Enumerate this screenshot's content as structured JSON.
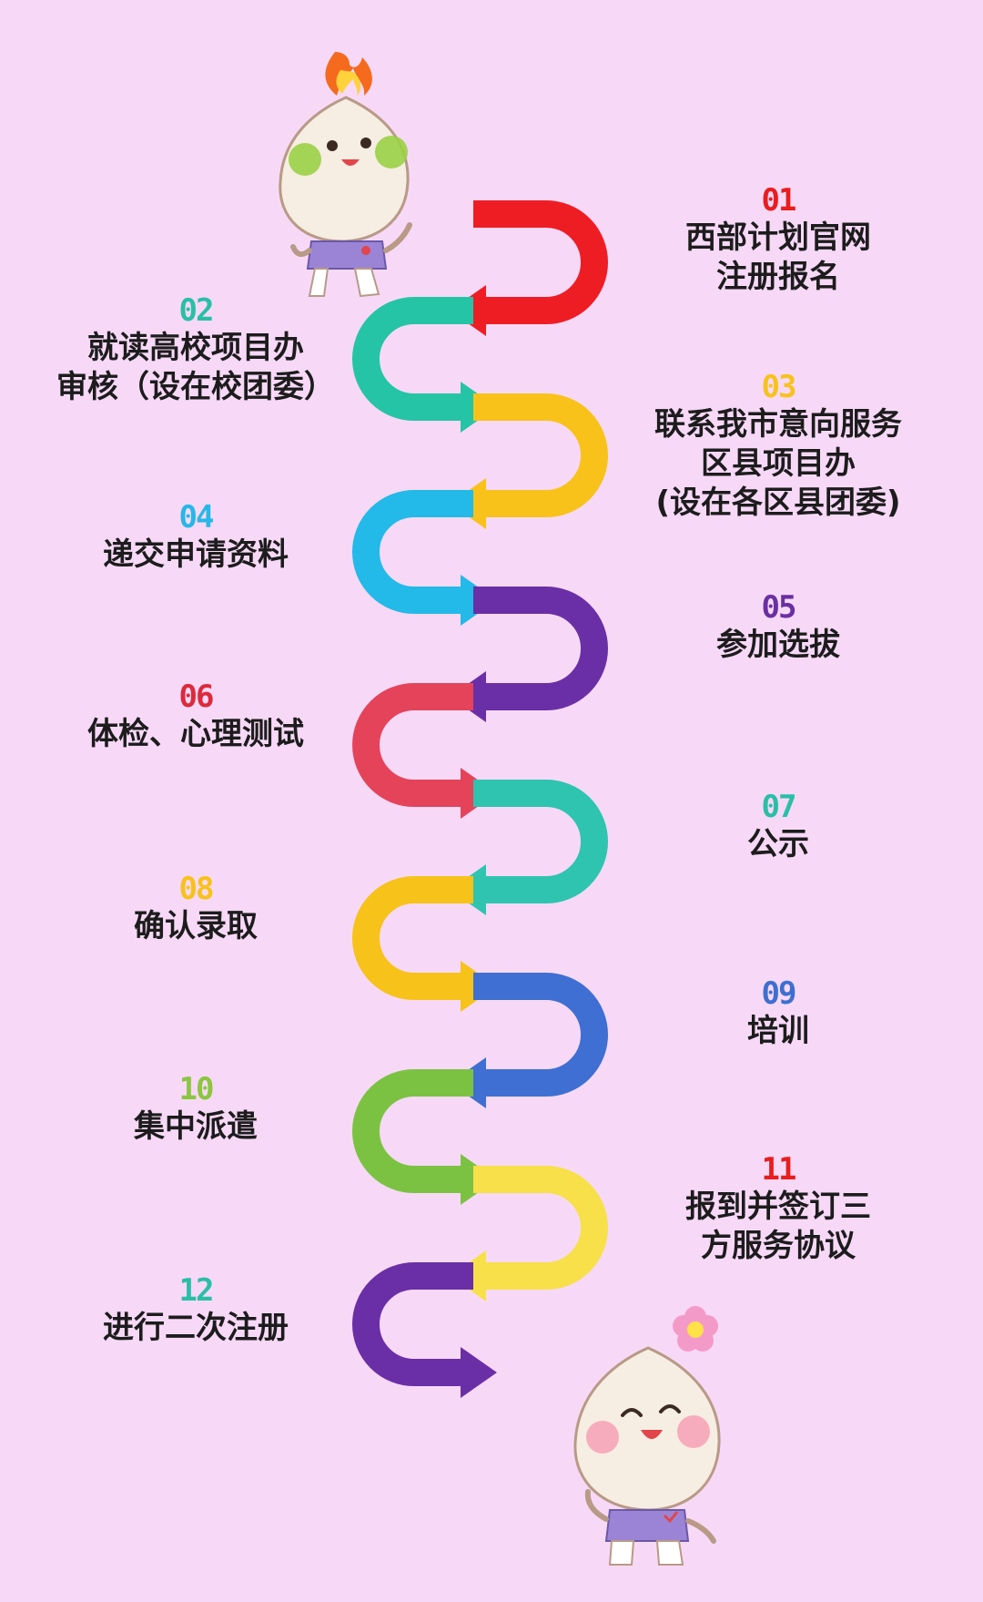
{
  "steps": [
    {
      "num": "01",
      "label": "西部计划官网\n注册报名",
      "color": "#e81e1e"
    },
    {
      "num": "02",
      "label": "就读高校项目办\n审核（设在校团委）",
      "color": "#29bfa7"
    },
    {
      "num": "03",
      "label": "联系我市意向服务\n区县项目办\n(设在各区县团委)",
      "color": "#f7c21b"
    },
    {
      "num": "04",
      "label": "递交申请资料",
      "color": "#27b7e8"
    },
    {
      "num": "05",
      "label": "参加选拔",
      "color": "#6a2fa3"
    },
    {
      "num": "06",
      "label": "体检、心理测试",
      "color": "#dc2a3a"
    },
    {
      "num": "07",
      "label": "公示",
      "color": "#29bfa7"
    },
    {
      "num": "08",
      "label": "确认录取",
      "color": "#f7c21b"
    },
    {
      "num": "09",
      "label": "培训",
      "color": "#3d6fd1"
    },
    {
      "num": "10",
      "label": "集中派遣",
      "color": "#8cc63f"
    },
    {
      "num": "11",
      "label": "报到并签订三\n方服务协议",
      "color": "#e81e1e"
    },
    {
      "num": "12",
      "label": "进行二次注册",
      "color": "#29bfa7"
    }
  ],
  "ribbon_colors": [
    "#ee1d24",
    "#26c4a6",
    "#f8c21a",
    "#23b9e8",
    "#6a2fa6",
    "#e4435a",
    "#2ec4b0",
    "#f7c21a",
    "#3f6fd2",
    "#7cc242",
    "#f7e04a",
    "#6a2fa6"
  ],
  "icons": {
    "mascot_top": "mascot-with-flame-icon",
    "mascot_bottom": "mascot-with-flower-icon"
  }
}
